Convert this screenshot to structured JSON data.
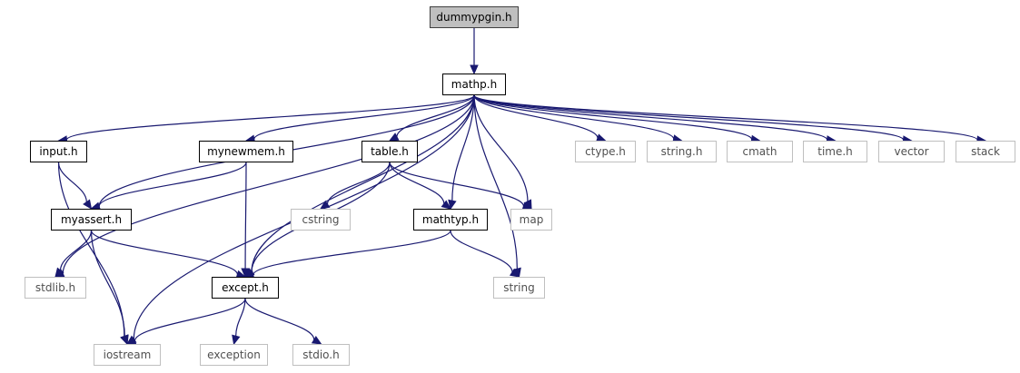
{
  "graph": {
    "nodes": {
      "dummypgin": {
        "label": "dummypgin.h",
        "kind": "root"
      },
      "mathp": {
        "label": "mathp.h",
        "kind": "local"
      },
      "input": {
        "label": "input.h",
        "kind": "local"
      },
      "mynewmem": {
        "label": "mynewmem.h",
        "kind": "local"
      },
      "table": {
        "label": "table.h",
        "kind": "local"
      },
      "ctype": {
        "label": "ctype.h",
        "kind": "system"
      },
      "string_h": {
        "label": "string.h",
        "kind": "system"
      },
      "cmath": {
        "label": "cmath",
        "kind": "system"
      },
      "time": {
        "label": "time.h",
        "kind": "system"
      },
      "vector": {
        "label": "vector",
        "kind": "system"
      },
      "stack": {
        "label": "stack",
        "kind": "system"
      },
      "myassert": {
        "label": "myassert.h",
        "kind": "local"
      },
      "cstring": {
        "label": "cstring",
        "kind": "system"
      },
      "mathtyp": {
        "label": "mathtyp.h",
        "kind": "local"
      },
      "map": {
        "label": "map",
        "kind": "system"
      },
      "stdlib": {
        "label": "stdlib.h",
        "kind": "system"
      },
      "except": {
        "label": "except.h",
        "kind": "local"
      },
      "string": {
        "label": "string",
        "kind": "system"
      },
      "iostream": {
        "label": "iostream",
        "kind": "system"
      },
      "exception": {
        "label": "exception",
        "kind": "system"
      },
      "stdio": {
        "label": "stdio.h",
        "kind": "system"
      }
    },
    "edges": [
      [
        "dummypgin",
        "mathp"
      ],
      [
        "mathp",
        "input"
      ],
      [
        "mathp",
        "mynewmem"
      ],
      [
        "mathp",
        "table"
      ],
      [
        "mathp",
        "ctype"
      ],
      [
        "mathp",
        "string_h"
      ],
      [
        "mathp",
        "cmath"
      ],
      [
        "mathp",
        "time"
      ],
      [
        "mathp",
        "vector"
      ],
      [
        "mathp",
        "stack"
      ],
      [
        "mathp",
        "myassert"
      ],
      [
        "mathp",
        "stdlib"
      ],
      [
        "mathp",
        "iostream"
      ],
      [
        "mathp",
        "except"
      ],
      [
        "mathp",
        "mathtyp"
      ],
      [
        "mathp",
        "map"
      ],
      [
        "mathp",
        "string"
      ],
      [
        "input",
        "myassert"
      ],
      [
        "input",
        "iostream"
      ],
      [
        "mynewmem",
        "myassert"
      ],
      [
        "mynewmem",
        "except"
      ],
      [
        "table",
        "cstring"
      ],
      [
        "table",
        "mathtyp"
      ],
      [
        "table",
        "map"
      ],
      [
        "table",
        "except"
      ],
      [
        "myassert",
        "stdlib"
      ],
      [
        "myassert",
        "iostream"
      ],
      [
        "myassert",
        "except"
      ],
      [
        "mathtyp",
        "except"
      ],
      [
        "mathtyp",
        "string"
      ],
      [
        "except",
        "iostream"
      ],
      [
        "except",
        "exception"
      ],
      [
        "except",
        "stdio"
      ]
    ]
  },
  "colors": {
    "edge": "#191970",
    "root_fill": "#bfbfbf",
    "local_border": "#000000",
    "system_border": "#bfbfbf",
    "system_text": "#505050"
  }
}
